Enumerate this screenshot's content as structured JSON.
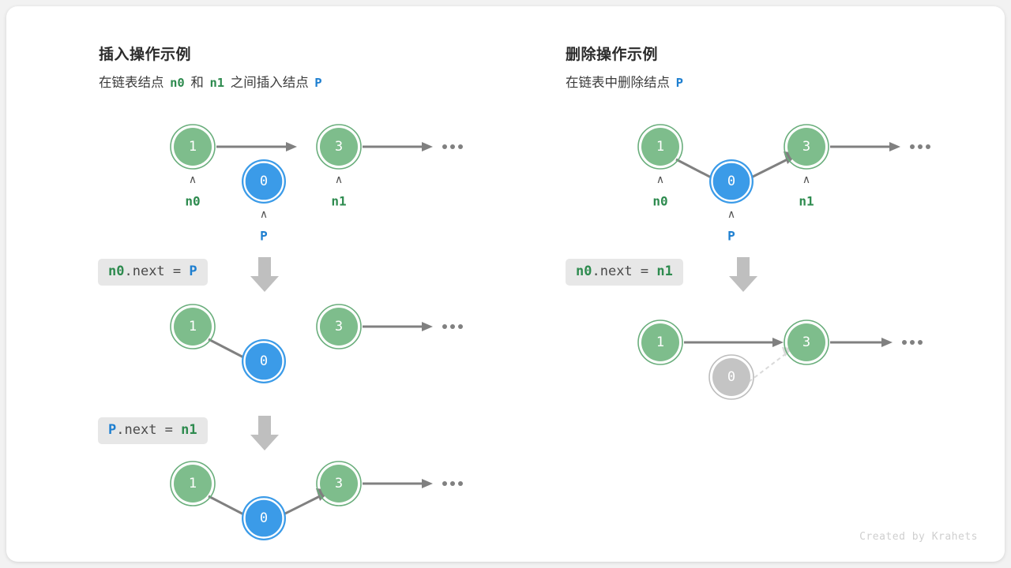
{
  "canvas": {
    "background": "#f2f2f2",
    "card_background": "#ffffff",
    "credit": "Created by Krahets"
  },
  "colors": {
    "green_fill": "#7ebd8c",
    "green_ring": "#6aae7c",
    "green_text": "#2e8b4f",
    "blue_fill": "#3b9be8",
    "blue_ring": "#2f93e4",
    "blue_text": "#1e7fd0",
    "gray_fill": "#c4c4c4",
    "gray_ring": "#bdbdbd",
    "arrow": "#808080",
    "code_bg": "#e7e7e7",
    "code_text": "#4a4a4a",
    "title_text": "#2b2b2b"
  },
  "panels": [
    {
      "id": "insert",
      "title": "插入操作示例",
      "subtitle_parts": [
        {
          "text": "在链表结点 ",
          "style": "plain"
        },
        {
          "text": "n0",
          "style": "green-mono"
        },
        {
          "text": " 和 ",
          "style": "plain"
        },
        {
          "text": "n1",
          "style": "green-mono"
        },
        {
          "text": " 之间插入结点 ",
          "style": "plain"
        },
        {
          "text": "P",
          "style": "blue-mono"
        }
      ],
      "steps": [
        {
          "code_parts": [
            {
              "text": "n0",
              "style": "green"
            },
            {
              "text": ".next = ",
              "style": "plain"
            },
            {
              "text": "P",
              "style": "blue"
            }
          ]
        },
        {
          "code_parts": [
            {
              "text": "P",
              "style": "blue"
            },
            {
              "text": ".next = ",
              "style": "plain"
            },
            {
              "text": "n1",
              "style": "green"
            }
          ]
        }
      ],
      "rows": [
        {
          "nodes": [
            {
              "value": "1",
              "kind": "green",
              "pointer": "n0",
              "pointer_kind": "green"
            },
            {
              "value": "0",
              "kind": "blue",
              "pointer": "P",
              "pointer_kind": "blue"
            },
            {
              "value": "3",
              "kind": "green",
              "pointer": "n1",
              "pointer_kind": "green"
            }
          ],
          "links": [
            "1->3",
            "3->dots"
          ]
        },
        {
          "nodes": [
            {
              "value": "1",
              "kind": "green"
            },
            {
              "value": "0",
              "kind": "blue"
            },
            {
              "value": "3",
              "kind": "green"
            }
          ],
          "links": [
            "1->0",
            "3->dots"
          ]
        },
        {
          "nodes": [
            {
              "value": "1",
              "kind": "green"
            },
            {
              "value": "0",
              "kind": "blue"
            },
            {
              "value": "3",
              "kind": "green"
            }
          ],
          "links": [
            "1->0",
            "0->3",
            "3->dots"
          ]
        }
      ]
    },
    {
      "id": "delete",
      "title": "删除操作示例",
      "subtitle_parts": [
        {
          "text": "在链表中删除结点 ",
          "style": "plain"
        },
        {
          "text": "P",
          "style": "blue-mono"
        }
      ],
      "steps": [
        {
          "code_parts": [
            {
              "text": "n0",
              "style": "green"
            },
            {
              "text": ".next = ",
              "style": "plain"
            },
            {
              "text": "n1",
              "style": "green"
            }
          ]
        }
      ],
      "rows": [
        {
          "nodes": [
            {
              "value": "1",
              "kind": "green",
              "pointer": "n0",
              "pointer_kind": "green"
            },
            {
              "value": "0",
              "kind": "blue",
              "pointer": "P",
              "pointer_kind": "blue"
            },
            {
              "value": "3",
              "kind": "green",
              "pointer": "n1",
              "pointer_kind": "green"
            }
          ],
          "links": [
            "1->0",
            "0->3",
            "3->dots"
          ]
        },
        {
          "nodes": [
            {
              "value": "1",
              "kind": "green"
            },
            {
              "value": "0",
              "kind": "gray"
            },
            {
              "value": "3",
              "kind": "green"
            }
          ],
          "links": [
            "1->3",
            "0->3 dashed",
            "3->dots"
          ]
        }
      ]
    }
  ],
  "ellipsis": "•••",
  "caret_glyph": "∧"
}
